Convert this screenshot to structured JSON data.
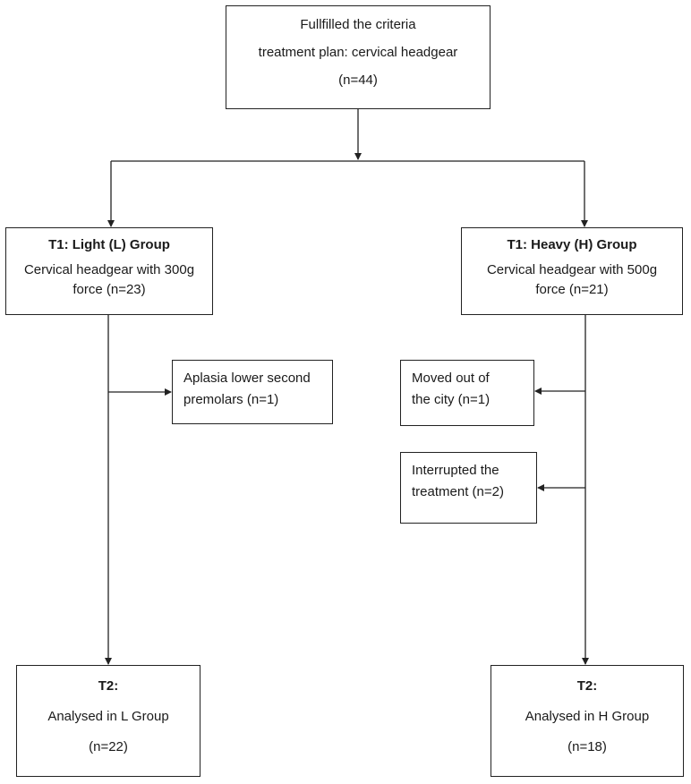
{
  "top": {
    "line1": "Fullfilled the criteria",
    "line2": "treatment plan: cervical headgear",
    "line3": "(n=44)"
  },
  "light_group": {
    "title": "T1: Light (L) Group",
    "line1": "Cervical headgear with 300g",
    "line2": "force (n=23)"
  },
  "heavy_group": {
    "title": "T1: Heavy (H) Group",
    "line1": "Cervical headgear with 500g",
    "line2": "force (n=21)"
  },
  "exclusion_light": {
    "line1": "Aplasia lower second",
    "line2": "premolars (n=1)"
  },
  "exclusion_heavy_1": {
    "line1": "Moved out of",
    "line2": "the city (n=1)"
  },
  "exclusion_heavy_2": {
    "line1": "Interrupted the",
    "line2": "treatment (n=2)"
  },
  "final_light": {
    "title": "T2:",
    "line1": "Analysed in L Group",
    "line2": "(n=22)"
  },
  "final_heavy": {
    "title": "T2:",
    "line1": "Analysed in H Group",
    "line2": "(n=18)"
  },
  "colors": {
    "line": "#222222",
    "text": "#1a1a1a",
    "background": "#ffffff"
  }
}
